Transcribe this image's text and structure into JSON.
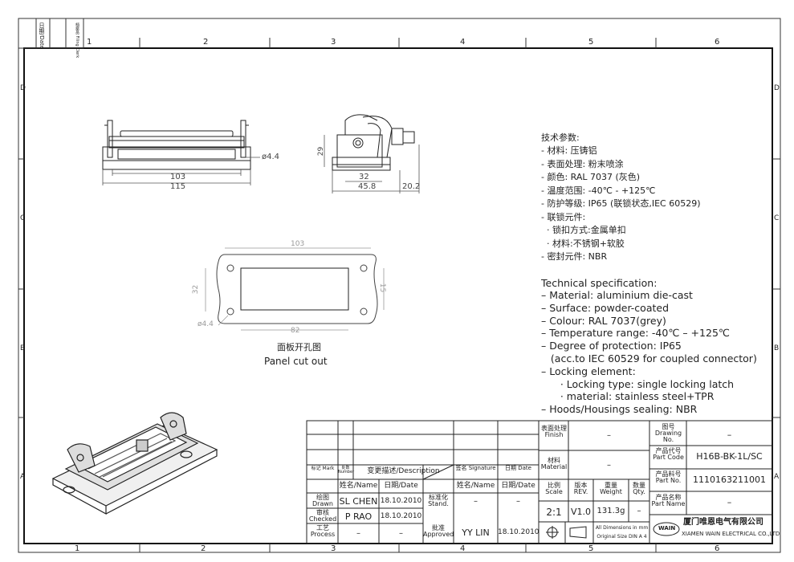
{
  "frame": {
    "margin_date_label": "日期/Date",
    "margin_clerk_label": "档案员 Filing Clerk",
    "columns": [
      "1",
      "2",
      "3",
      "4",
      "5",
      "6"
    ],
    "rows": [
      "D",
      "C",
      "B",
      "A"
    ]
  },
  "views": {
    "front": {
      "dim_hole": "ø4.4",
      "dim_inner": "103",
      "dim_outer": "115"
    },
    "side": {
      "dim_height": "29",
      "dim_inner": "32",
      "dim_outer": "45.8",
      "dim_extra": "20.2"
    },
    "cutout": {
      "dim_top": "103",
      "dim_left": "32",
      "dim_right": "15",
      "dim_bottom": "82",
      "dim_hole": "ø4.4",
      "caption_cn": "面板开孔图",
      "caption_en": "Panel cut out"
    }
  },
  "spec_cn": {
    "title": "技术参数:",
    "lines": [
      "- 材料: 压铸铝",
      "- 表面处理: 粉末喷涂",
      "- 颜色: RAL 7037 (灰色)",
      "- 温度范围: -40℃ - +125℃",
      "- 防护等级: IP65 (联锁状态,IEC 60529)",
      "- 联锁元件:",
      "  · 锁扣方式:金属单扣",
      "  · 材料:不锈钢+软胶",
      "- 密封元件: NBR"
    ]
  },
  "spec_en": {
    "title": "Technical specification:",
    "lines": [
      "– Material: aluminium die-cast",
      "– Surface: powder-coated",
      "– Colour: RAL 7037(grey)",
      "– Temperature range: -40℃ – +125℃",
      "– Degree of protection: IP65",
      "   (acc.to IEC 60529 for coupled connector)",
      "– Locking element:",
      "      · Locking type: single locking latch",
      "      · material: stainless steel+TPR",
      "– Hoods/Housings sealing: NBR"
    ]
  },
  "title_block": {
    "rev_table": {
      "mark": "标记 Mark",
      "number": "处数 Number",
      "description": "变更描述/Description",
      "signature": "签名 Signature",
      "date": "日期 Date"
    },
    "sign_header": {
      "name": "姓名/Name",
      "date": "日期/Date",
      "name2": "姓名/Name",
      "date2": "日期/Date"
    },
    "drawn": {
      "label": "绘图 Drawn",
      "name": "SL CHEN",
      "date": "18.10.2010"
    },
    "checked": {
      "label": "审核 Checked",
      "name": "P RAO",
      "date": "18.10.2010"
    },
    "process": {
      "label": "工艺 Process",
      "name": "–",
      "date": "–"
    },
    "stand": {
      "label": "标准化 Stand.",
      "name": "–",
      "date": "–"
    },
    "approved": {
      "label": "批准 Approved",
      "name": "YY LIN",
      "date": "18.10.2010"
    },
    "finish": {
      "label": "表面处理 Finish",
      "value": "–"
    },
    "material": {
      "label": "材料 Material",
      "value": "–"
    },
    "scale": {
      "label": "比例 Scale",
      "value": "2:1"
    },
    "rev": {
      "label": "版本 REV.",
      "value": "V1.0"
    },
    "weight": {
      "label": "重量 Weight",
      "value": "131.3g"
    },
    "qty": {
      "label": "数量 Qty.",
      "value": "–"
    },
    "dims_note_1": "All Dimensions in mm",
    "dims_note_2": "Original Size DIN A 4",
    "drawing_no": {
      "label": "图号 Drawing No.",
      "value": "–"
    },
    "part_code": {
      "label": "产品代号 Part Code",
      "value": "H16B-BK-1L/SC"
    },
    "part_no": {
      "label": "产品料号 Part No.",
      "value": "1110163211001"
    },
    "part_name": {
      "label": "产品名称 Part Name",
      "value": "–"
    },
    "company_cn": "厦门唯恩电气有限公司",
    "company_en": "XIAMEN WAIN ELECTRICAL CO.,LTD",
    "logo_text": "WAIN"
  }
}
